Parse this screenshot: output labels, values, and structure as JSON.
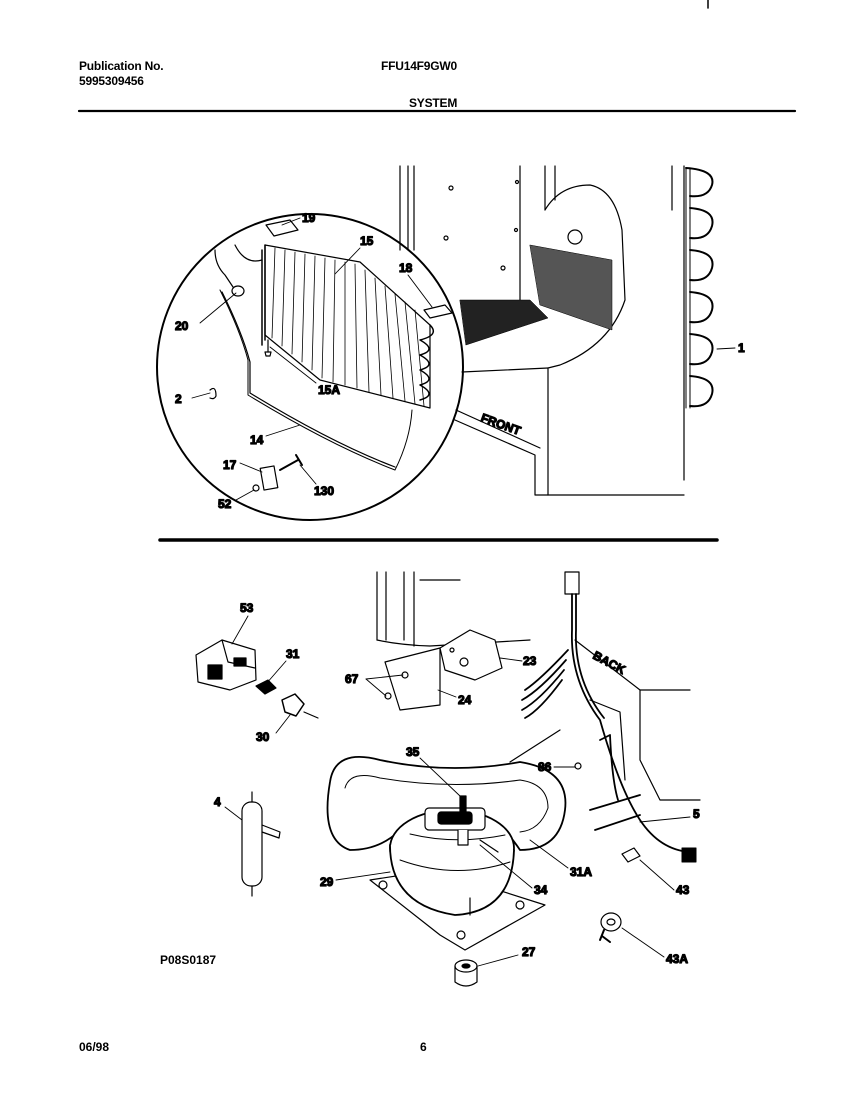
{
  "header": {
    "publication_label": "Publication No.",
    "publication_number": "5995309456",
    "model": "FFU14F9GW0",
    "section": "SYSTEM"
  },
  "footer": {
    "date": "06/98",
    "page": "6",
    "figure_code": "P08S0187"
  },
  "upper_diagram": {
    "cabinet_label": "FRONT",
    "callouts": [
      "19",
      "15",
      "18",
      "20",
      "15A",
      "2",
      "14",
      "17",
      "130",
      "52",
      "1"
    ]
  },
  "lower_diagram": {
    "cabinet_label": "BACK",
    "callouts": [
      "53",
      "31",
      "30",
      "67",
      "23",
      "24",
      "35",
      "86",
      "4",
      "5",
      "29",
      "31A",
      "34",
      "43",
      "27",
      "43A"
    ]
  }
}
